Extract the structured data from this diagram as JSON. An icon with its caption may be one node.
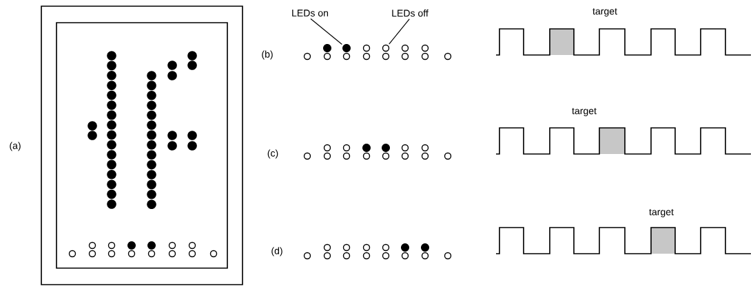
{
  "diagram": {
    "nodes": [
      {
        "text": [
          "LEDs on"
        ]
      },
      {
        "text": [
          "LEDs off"
        ]
      },
      {
        "text": [],
        "shape": "circle"
      },
      {
        "text": [],
        "shape": "circle"
      }
    ],
    "edges": [
      {
        "from": 0,
        "to": 2,
        "arrow": "none"
      },
      {
        "from": 1,
        "to": 3,
        "arrow": "none"
      }
    ],
    "labels": [
      "(a)",
      "(b)",
      "target",
      "(c)",
      "target",
      "(d)",
      "target"
    ]
  }
}
